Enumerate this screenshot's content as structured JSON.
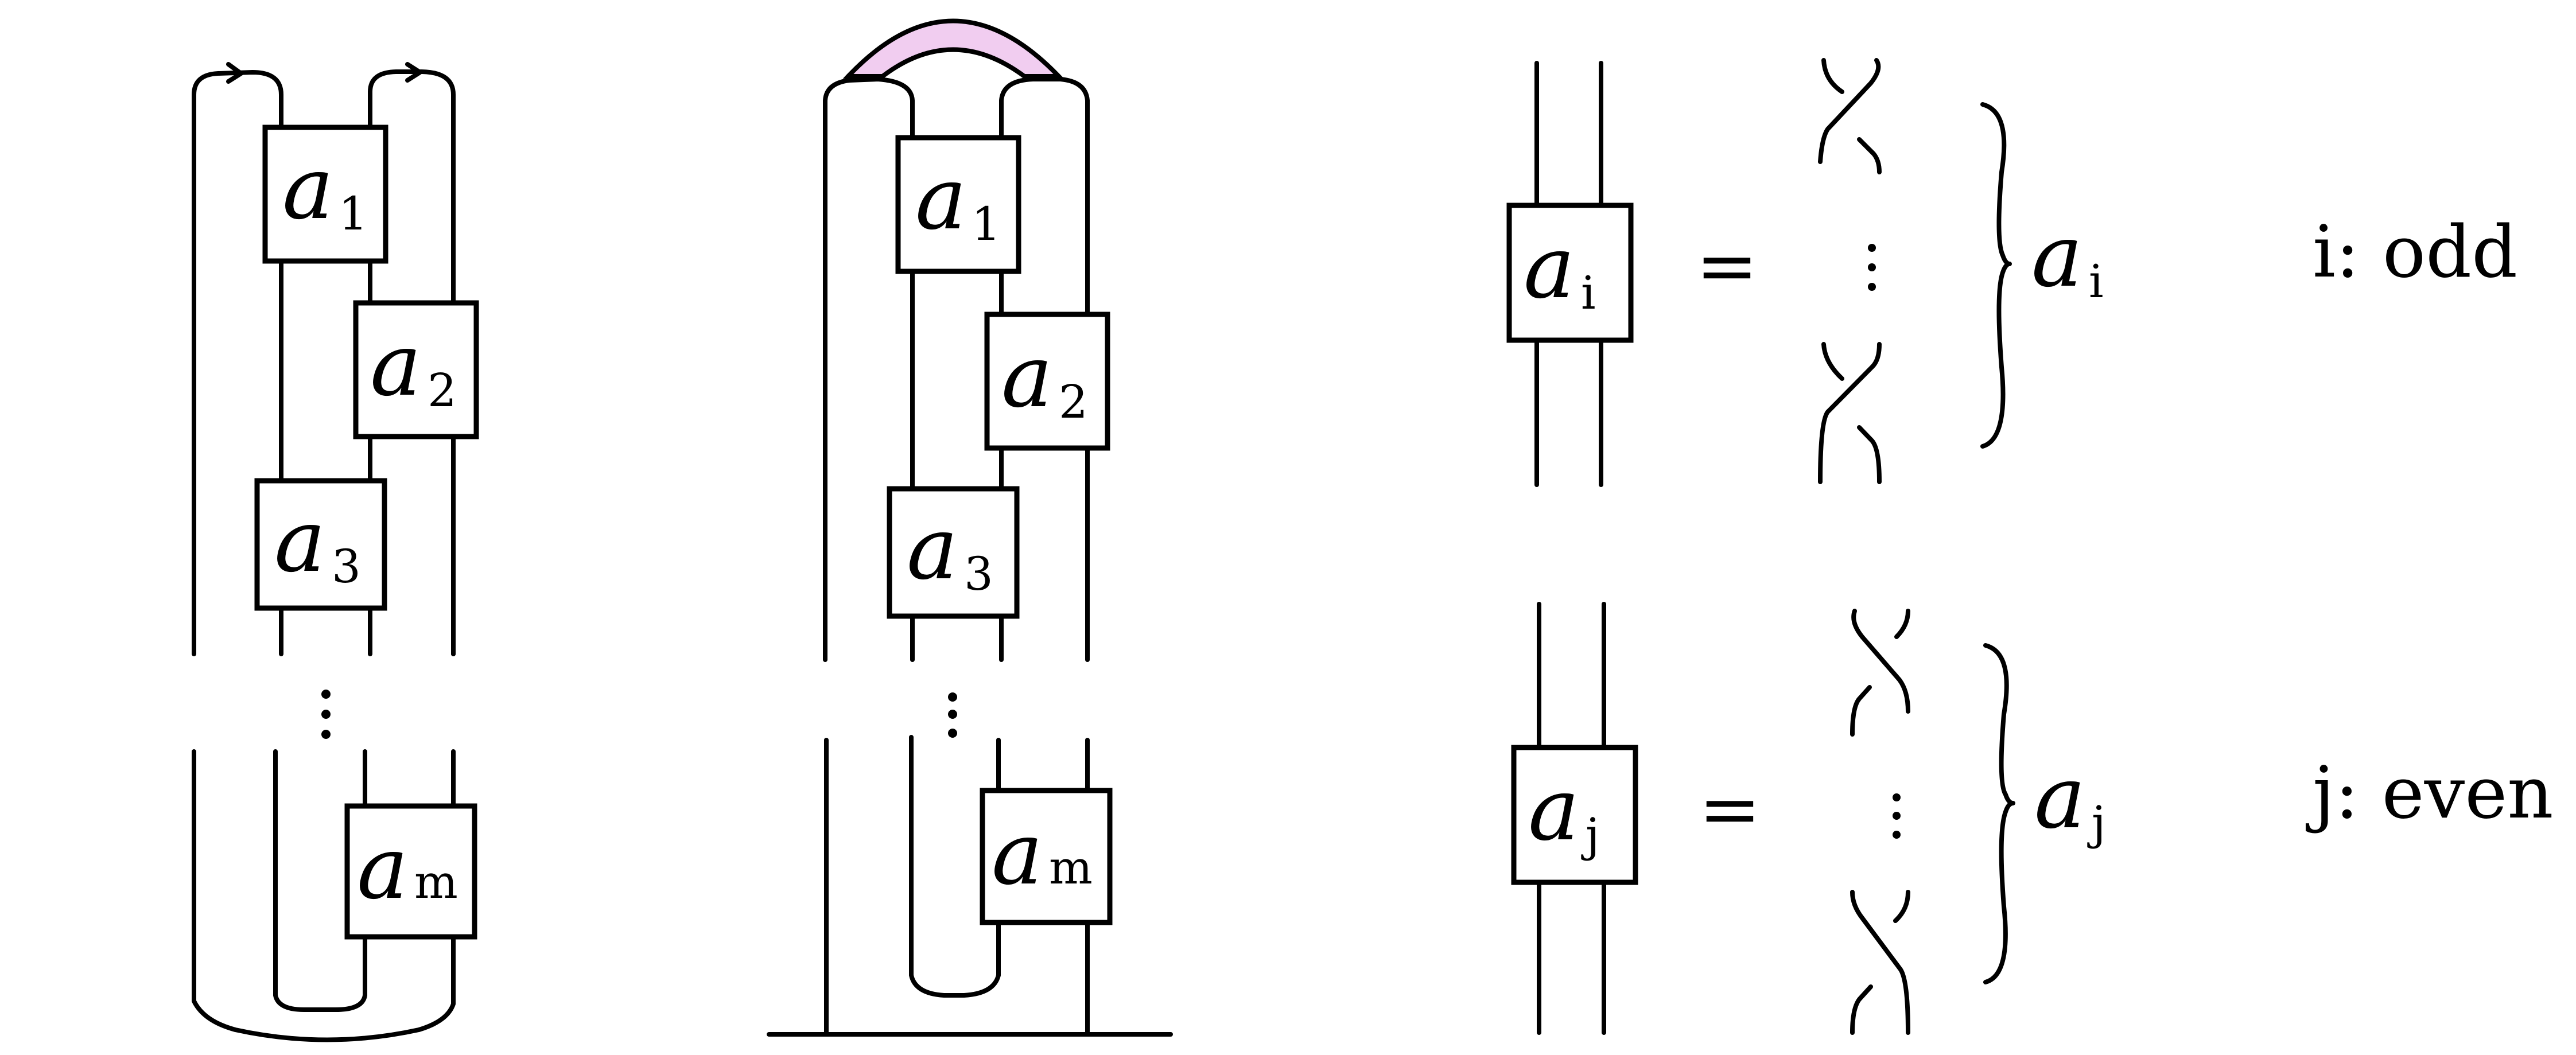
{
  "diagram": {
    "boxes": {
      "a1": {
        "letter": "a",
        "sub": "1"
      },
      "a2": {
        "letter": "a",
        "sub": "2"
      },
      "a3": {
        "letter": "a",
        "sub": "3"
      },
      "am": {
        "letter": "a",
        "sub": "m"
      }
    },
    "definitions": {
      "odd": {
        "letter": "a",
        "sub": "i",
        "equals": "=",
        "note": "i: odd"
      },
      "even": {
        "letter": "a",
        "sub": "j",
        "equals": "=",
        "note": "j: even"
      }
    },
    "colors": {
      "stroke": "#000000",
      "band_fill": "#f1cdf0",
      "background": "#ffffff"
    }
  }
}
